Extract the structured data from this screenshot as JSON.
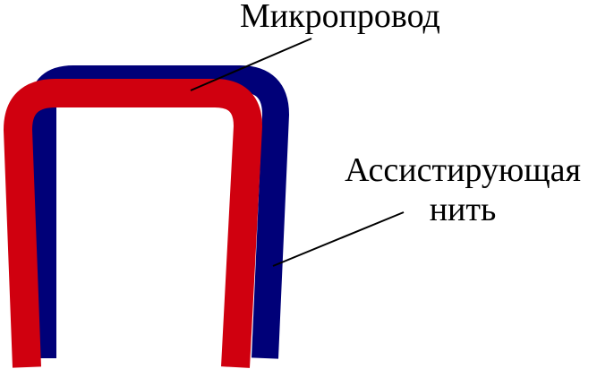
{
  "labels": {
    "microwire": "Микропровод",
    "assist_line1": "Ассистирующая",
    "assist_line2": "нить"
  },
  "colors": {
    "microwire": "#d0000f",
    "assist_thread": "#000078",
    "leader": "#000000",
    "background": "#ffffff"
  }
}
